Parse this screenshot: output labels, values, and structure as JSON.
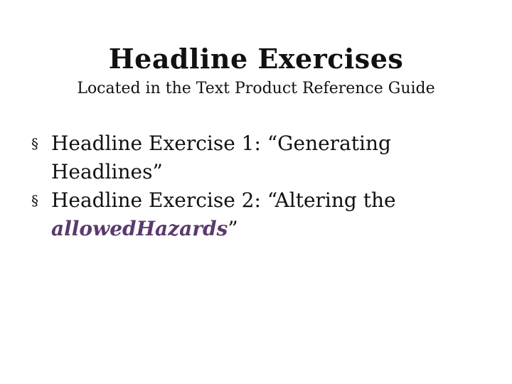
{
  "slide": {
    "title": "Headline Exercises",
    "subtitle": "Located in the Text Product Reference Guide",
    "bullet_symbol": "§",
    "bullets": [
      {
        "line1": "Headline Exercise 1: “Generating",
        "line2": "Headlines”"
      },
      {
        "line1": "Headline Exercise 2: “Altering the",
        "line2_emphasis": "allowedHazards",
        "line2_suffix": "”"
      }
    ],
    "colors": {
      "text": "#111111",
      "emphasis": "#5a3a6e",
      "background": "#ffffff"
    }
  }
}
